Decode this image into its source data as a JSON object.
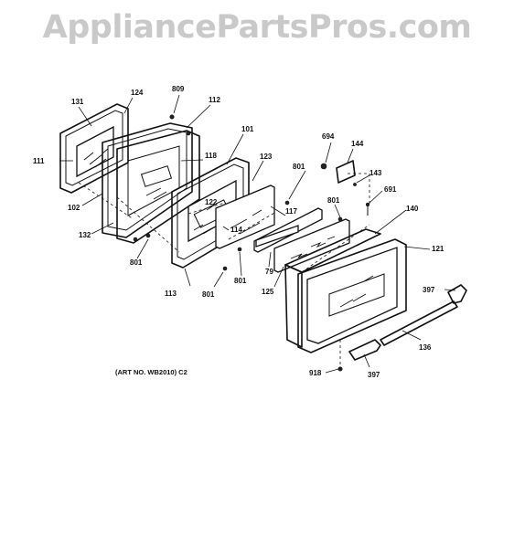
{
  "watermark": "AppliancePartsPros.com",
  "art_number": "(ART NO. WB2010) C2",
  "callouts": {
    "c131": "131",
    "c124": "124",
    "c809": "809",
    "c112": "112",
    "c111": "111",
    "c101": "101",
    "c118": "118",
    "c123": "123",
    "c102": "102",
    "c132": "132",
    "c122": "122",
    "c114": "114",
    "c117": "117",
    "c801a": "801",
    "c801b": "801",
    "c801c": "801",
    "c801d": "801",
    "c801e": "801",
    "c113": "113",
    "c79": "79",
    "c125": "125",
    "c694": "694",
    "c144": "144",
    "c143": "143",
    "c691": "691",
    "c140": "140",
    "c121": "121",
    "c397a": "397",
    "c136": "136",
    "c918": "918",
    "c397b": "397"
  }
}
